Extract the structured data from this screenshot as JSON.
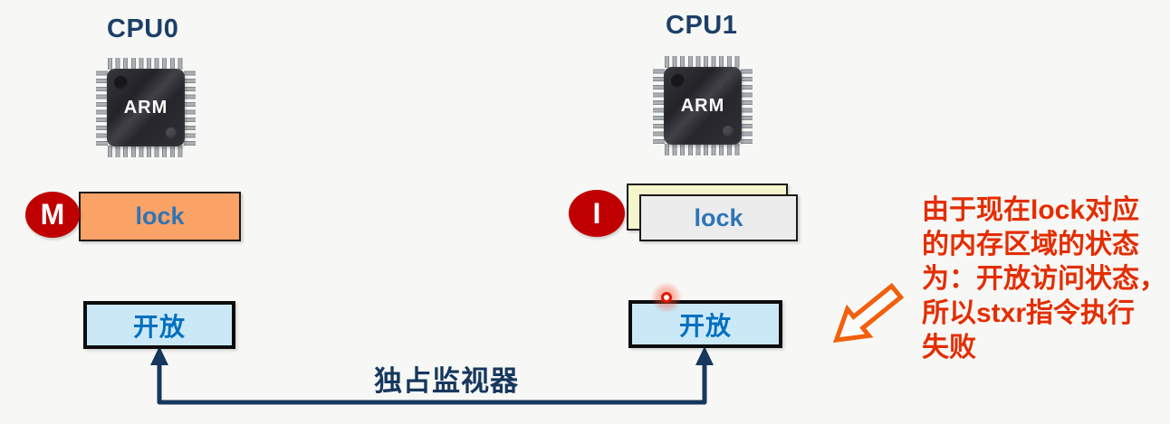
{
  "cpu0": {
    "title": "CPU0",
    "chip_label": "ARM",
    "state_tag": "M",
    "cache_line_label": "lock",
    "monitor_state": "开放"
  },
  "cpu1": {
    "title": "CPU1",
    "chip_label": "ARM",
    "state_tag": "I",
    "cache_line_label": "lock",
    "monitor_state": "开放"
  },
  "monitor": {
    "label": "独占监视器"
  },
  "annotation": {
    "text": "由于现在lock对应\n的内存区域的状态\n为：开放访问状态，\n所以stxr指令执行\n失败"
  },
  "colors": {
    "background": "#f7f8f6",
    "title_blue": "#1c3f68",
    "badge_red": "#c00000",
    "cache_orange": "#fba266",
    "card_cream": "#f6f6cd",
    "card_gray": "#ececec",
    "lock_text_blue": "#2e75b6",
    "state_box_fill": "#cbe8f7",
    "state_text_blue": "#0070c0",
    "connector_navy": "#17375e",
    "annotation_red": "#e42d00",
    "hollow_arrow_orange": "#f2600c",
    "laser_red": "#e81505"
  }
}
